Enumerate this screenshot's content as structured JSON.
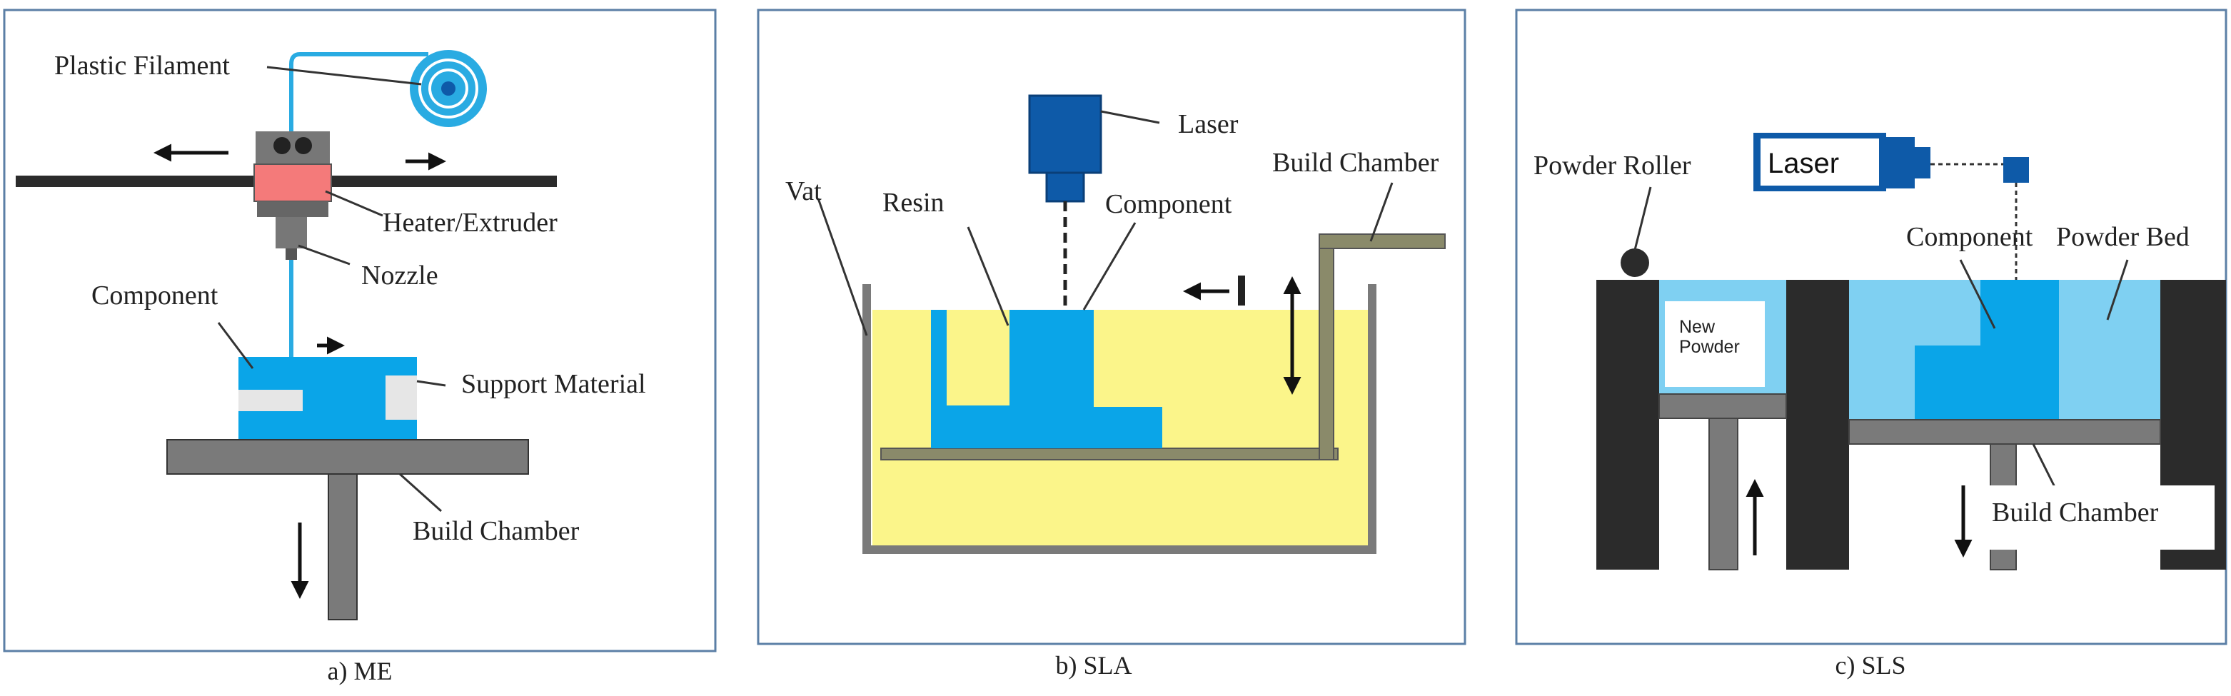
{
  "panels": {
    "me": {
      "caption": "a) ME",
      "labels": {
        "filament": "Plastic Filament",
        "heater": "Heater/Extruder",
        "nozzle": "Nozzle",
        "component": "Component",
        "support": "Support Material",
        "chamber": "Build Chamber"
      }
    },
    "sla": {
      "caption": "b) SLA",
      "labels": {
        "laser": "Laser",
        "chamber": "Build Chamber",
        "vat": "Vat",
        "resin": "Resin",
        "component": "Component"
      }
    },
    "sls": {
      "caption": "c) SLS",
      "labels": {
        "roller": "Powder Roller",
        "laser": "Laser",
        "component": "Component",
        "powder_bed": "Powder Bed",
        "new_powder_1": "New",
        "new_powder_2": "Powder",
        "chamber": "Build Chamber"
      }
    }
  },
  "colors": {
    "frame": "#5b7fa6",
    "filament_blue": "#29abe2",
    "part_blue": "#0aa5e8",
    "light_blue": "#7fd0f2",
    "laser_blue": "#0e5aa8",
    "heater_red": "#f47a7a",
    "resin_yellow": "#fbf58a",
    "gray": "#7a7a7a",
    "dark": "#2b2b2b"
  }
}
